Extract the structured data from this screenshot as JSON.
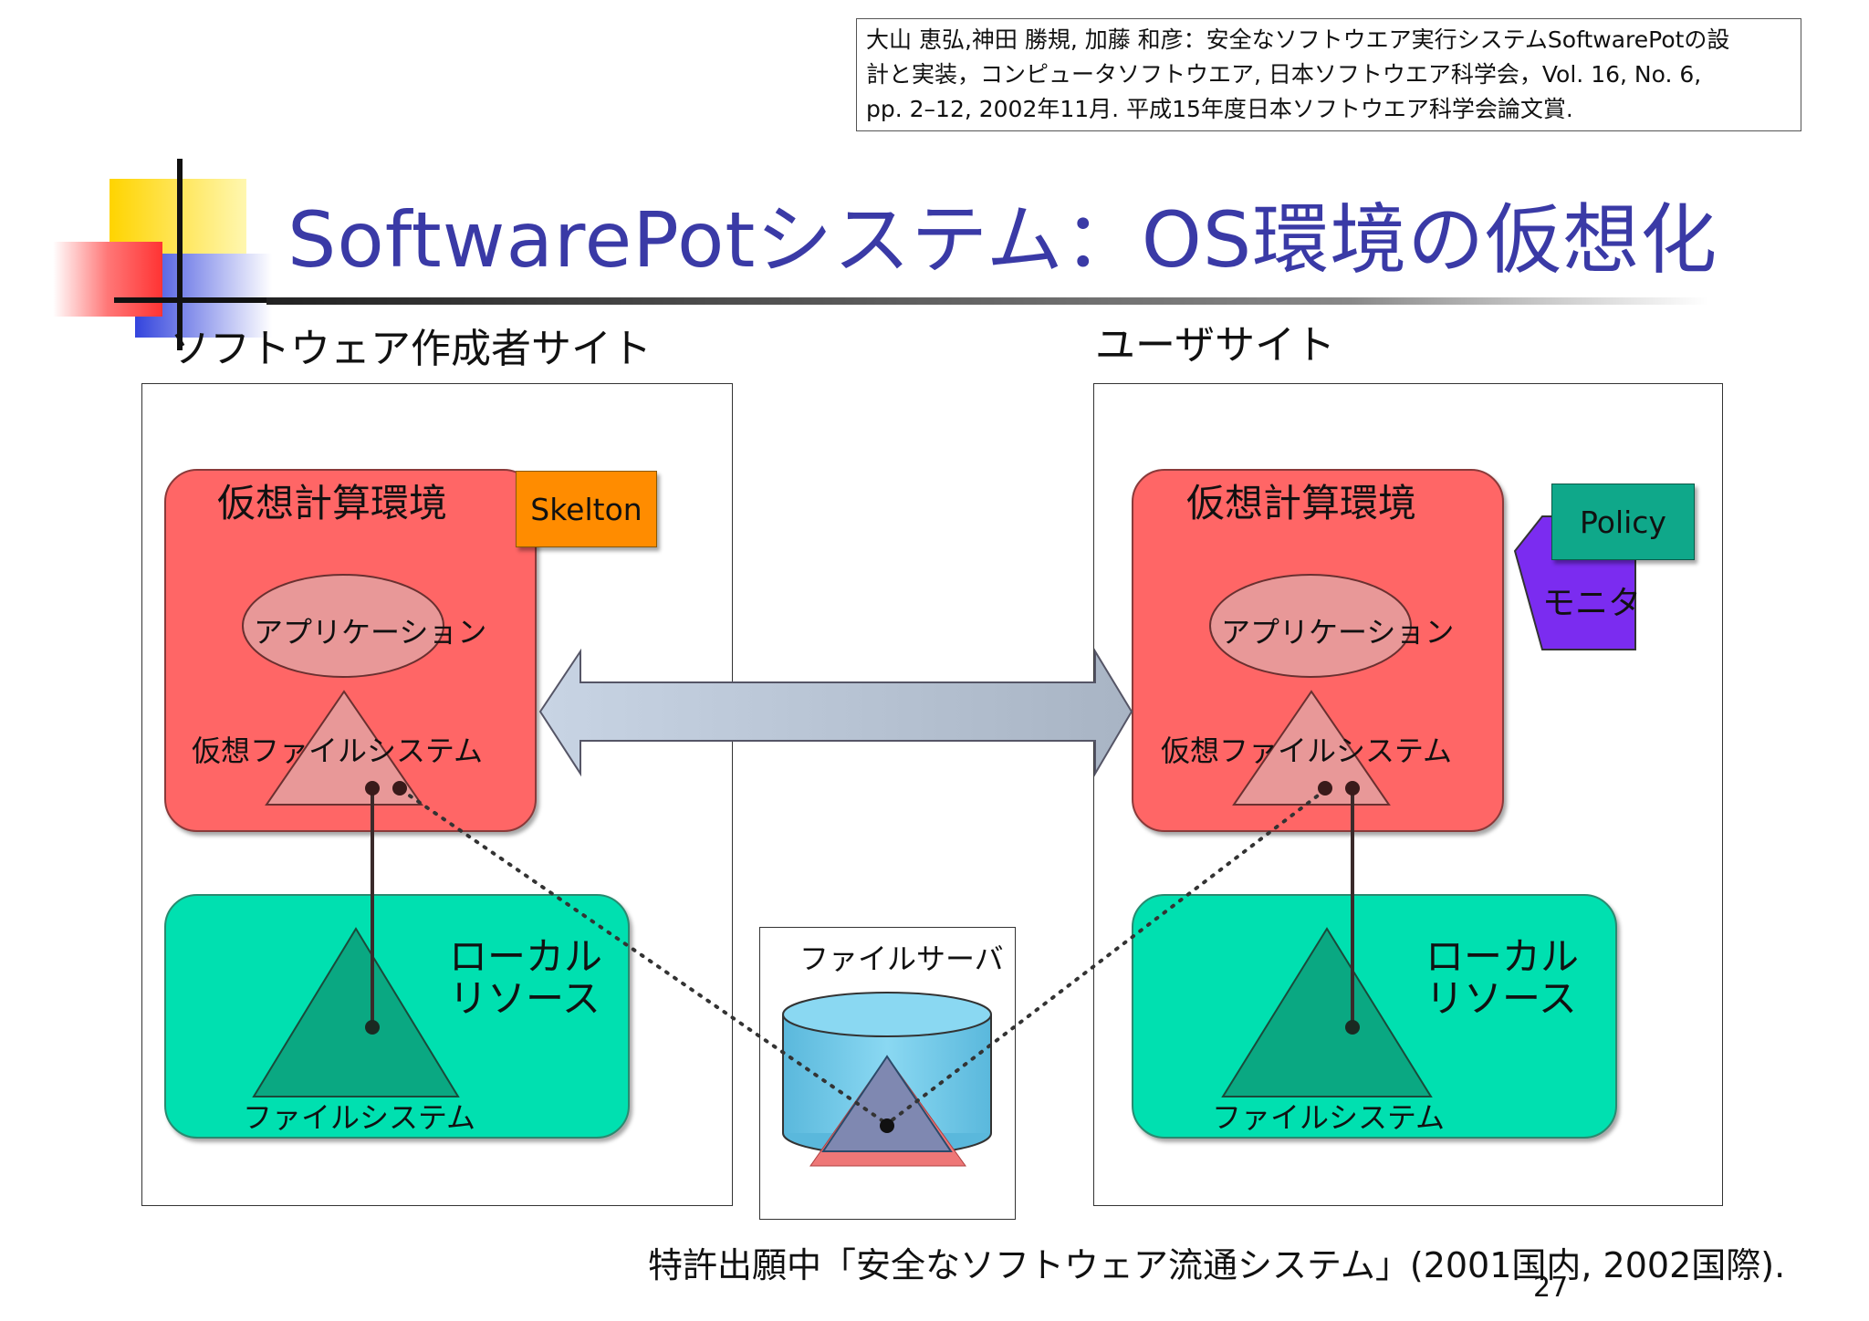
{
  "citation": "大山 恵弘,神田 勝規, 加藤 和彦：安全なソフトウエア実行システムSoftwarePotの設\n計と実装，コンピュータソフトウエア, 日本ソフトウエア科学会，Vol. 16, No. 6,\npp. 2–12, 2002年11月.  平成15年度日本ソフトウエア科学会論文賞.",
  "title": "SoftwarePotシステム：OS環境の仮想化",
  "sites": {
    "left_label": "ソフトウェア作成者サイト",
    "right_label": "ユーザサイト"
  },
  "left": {
    "virtual_env": "仮想計算環境",
    "application": "アプリケーション",
    "virtual_fs": "仮想ファイルシステム",
    "local_resource": "ローカル\nリソース",
    "file_system": "ファイルシステム",
    "note": "Skelton"
  },
  "right": {
    "virtual_env": "仮想計算環境",
    "application": "アプリケーション",
    "virtual_fs": "仮想ファイルシステム",
    "local_resource": "ローカル\nリソース",
    "file_system": "ファイルシステム",
    "note": "Policy",
    "monitor": "モニタ"
  },
  "file_server": "ファイルサーバ",
  "patent": "特許出願中「安全なソフトウェア流通システム」(2001国内, 2002国際).",
  "page_number": "27",
  "colors": {
    "title": "#3a3aa6",
    "virtual_env": "#ff6666",
    "local_resource": "#00e0b0",
    "skelton_note": "#ff8c00",
    "policy_note": "#0fa88a",
    "monitor": "#7b2cf0",
    "file_server": "#66c8e8"
  }
}
